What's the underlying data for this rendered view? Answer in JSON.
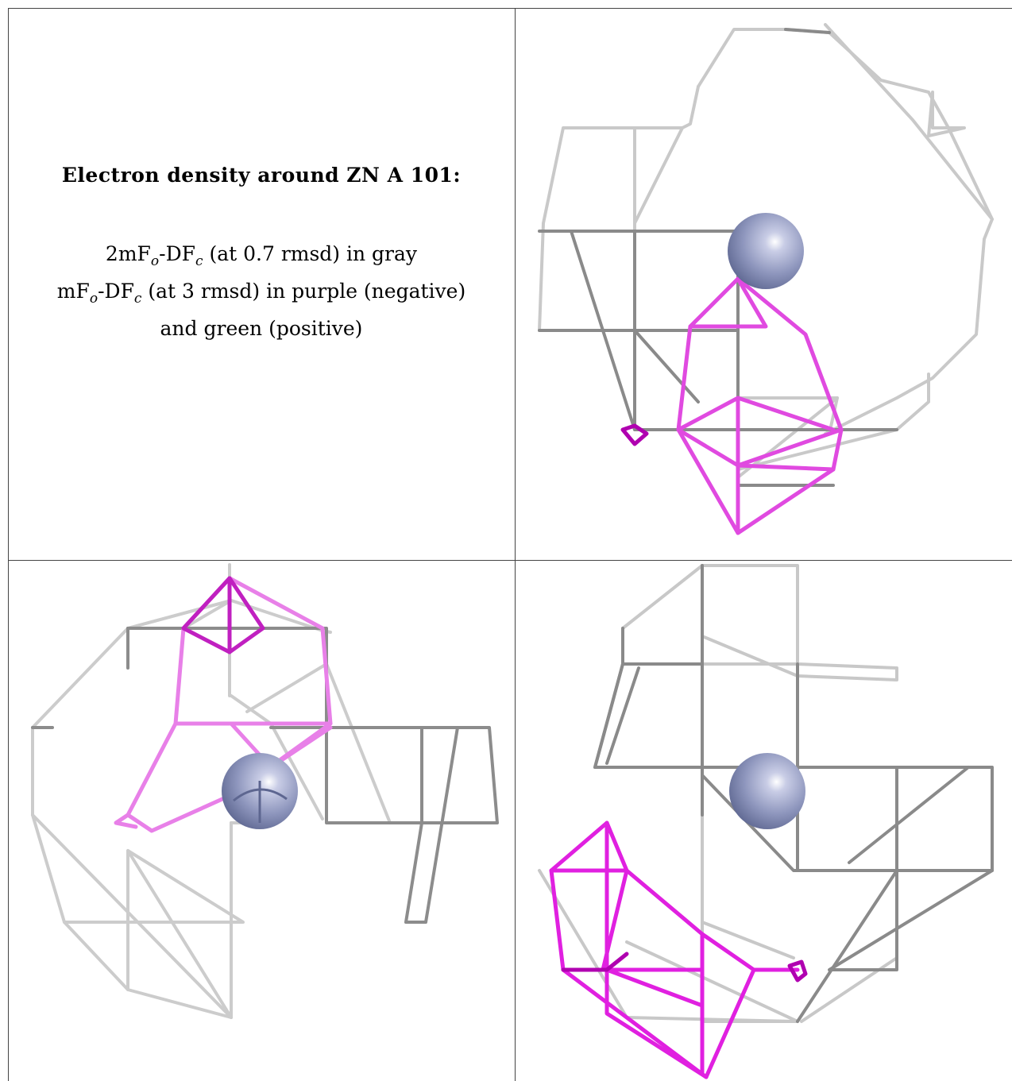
{
  "legend": {
    "title": "Electron density around ZN A 101:",
    "line1_pre": "2mF",
    "line1_sub1": "o",
    "line1_mid": "-DF",
    "line1_sub2": "c",
    "line1_post": " (at 0.7 rmsd) in gray",
    "line2_pre": "mF",
    "line2_sub1": "o",
    "line2_mid": "-DF",
    "line2_sub2": "c",
    "line2_post": " (at 3 rmsd) in purple (negative)",
    "line3": "and green (positive)"
  },
  "colors": {
    "gray_mesh": "#c8c8c8",
    "gray_dark": "#7a7a7a",
    "purple_mesh": "#e04ae0",
    "purple_dark": "#b000b0",
    "zinc_sphere": "#8e96bd"
  },
  "panels": [
    {
      "name": "view-top-right",
      "atom": "zinc"
    },
    {
      "name": "view-bottom-left",
      "atom": "zinc"
    },
    {
      "name": "view-bottom-right",
      "atom": "zinc"
    }
  ]
}
